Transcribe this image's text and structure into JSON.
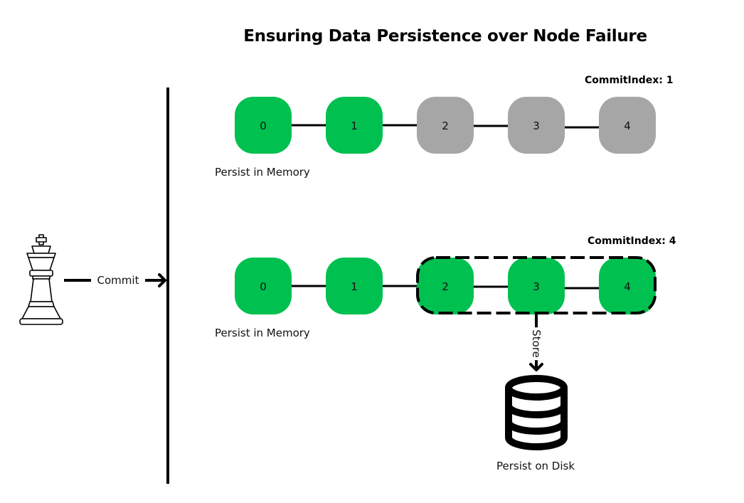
{
  "title": "Ensuring Data Persistence over Node Failure",
  "colors": {
    "committed": "#00c04f",
    "uncommitted": "#a6a6a6",
    "line": "#000000"
  },
  "top_log": {
    "commit_index_label": "CommitIndex: 1",
    "memory_label": "Persist in Memory",
    "nodes": [
      {
        "label": "0",
        "state": "committed"
      },
      {
        "label": "1",
        "state": "committed"
      },
      {
        "label": "2",
        "state": "uncommitted"
      },
      {
        "label": "3",
        "state": "uncommitted"
      },
      {
        "label": "4",
        "state": "uncommitted"
      }
    ]
  },
  "bottom_log": {
    "commit_index_label": "CommitIndex: 4",
    "memory_label": "Persist in Memory",
    "nodes": [
      {
        "label": "0",
        "state": "committed"
      },
      {
        "label": "1",
        "state": "committed"
      },
      {
        "label": "2",
        "state": "committed"
      },
      {
        "label": "3",
        "state": "committed"
      },
      {
        "label": "4",
        "state": "committed"
      }
    ]
  },
  "leader": {
    "icon": "chess-king-icon",
    "commit_label": "Commit"
  },
  "disk": {
    "icon": "database-icon",
    "store_label": "Store",
    "label": "Persist on Disk"
  }
}
